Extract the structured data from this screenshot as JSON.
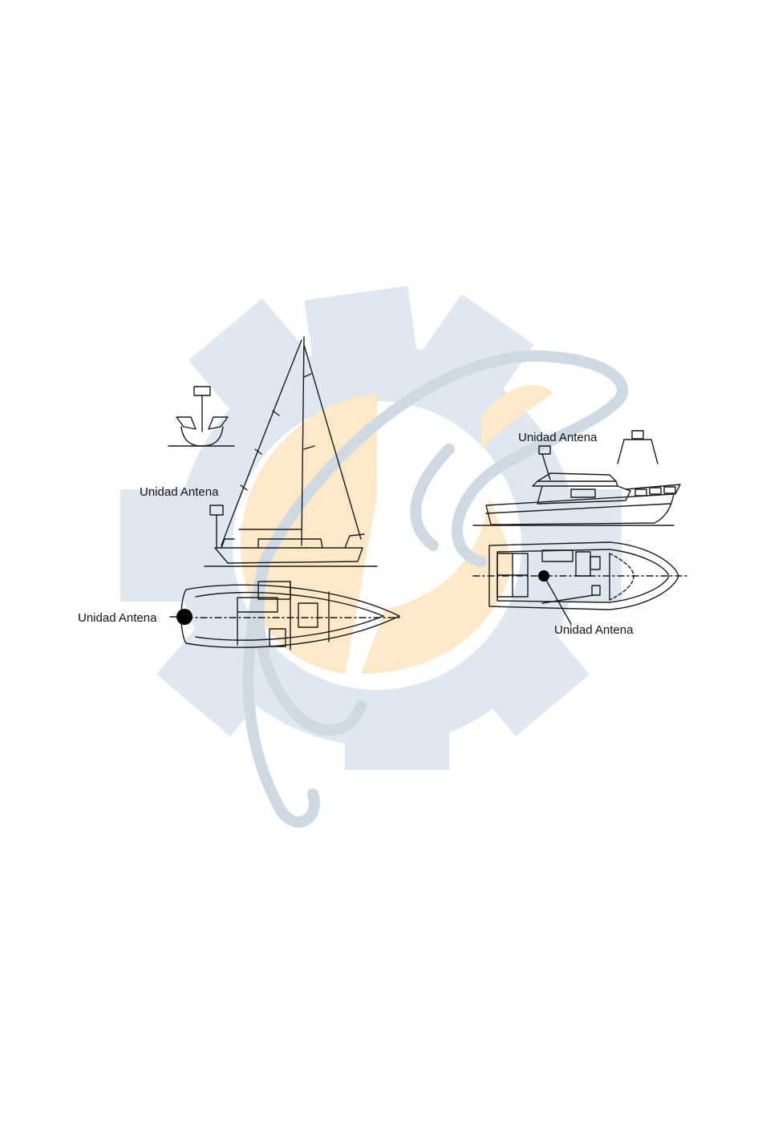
{
  "figure": {
    "labels": {
      "sail_side": "Unidad Antena",
      "sail_plan": "Unidad Antena",
      "motor_side": "Unidad Antena",
      "motor_plan": "Unidad Antena"
    }
  },
  "watermark": {
    "icon": "gear-fish-logo-watermark",
    "colors": {
      "gear": "#dfe8f1",
      "fish_outline": "#cfd9e4",
      "sun": "#fde9c8"
    }
  },
  "colors": {
    "line": "#1a1a1a",
    "marker": "#000000"
  }
}
